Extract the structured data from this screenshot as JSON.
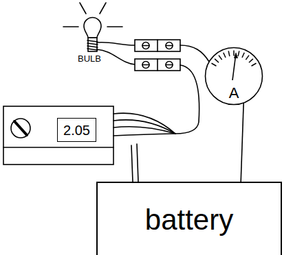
{
  "diagram": {
    "nodes": [
      {
        "text": [
          "A"
        ]
      },
      {
        "text": [
          "2.05"
        ]
      },
      {
        "text": [
          "battery"
        ]
      }
    ],
    "edges": [
      {
        "from": 0,
        "to": 2,
        "arrow": "none"
      }
    ],
    "labels": [
      "BULB"
    ]
  }
}
